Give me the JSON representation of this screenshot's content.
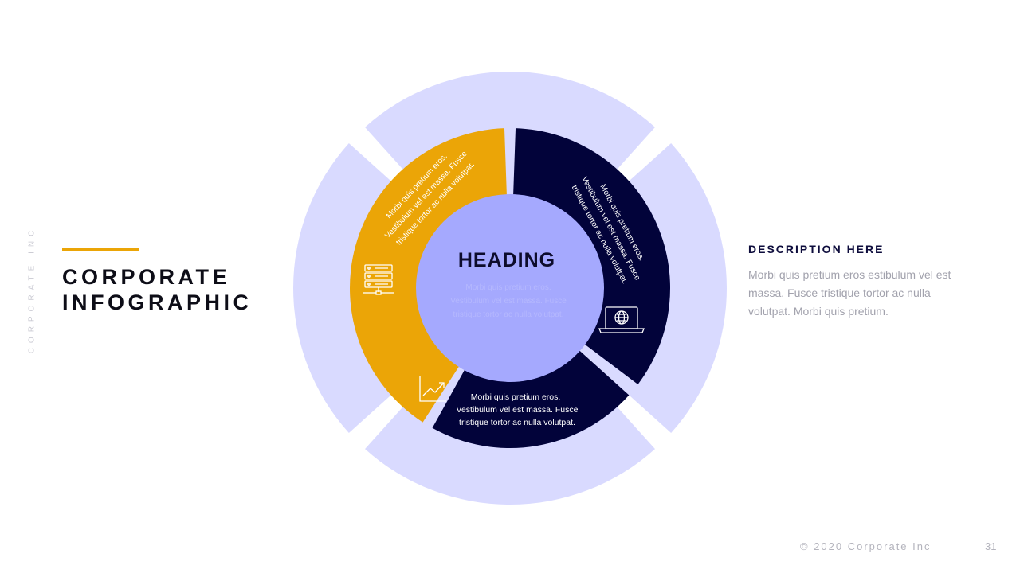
{
  "sidebar": {
    "vertical_text": "CORPORATE INC"
  },
  "title": {
    "line1": "CORPORATE",
    "line2": "INFOGRAPHIC"
  },
  "center": {
    "heading": "HEADING",
    "body_lines": [
      "Morbi quis pretium eros.",
      "Vestibulum vel est massa. Fusce",
      "tristique tortor ac nulla volutpat."
    ]
  },
  "segments": {
    "left": {
      "lines": [
        "Morbi quis pretium eros.",
        "Vestibulum vel est massa. Fusce",
        "tristique tortor ac nulla volutpat."
      ],
      "icon": "server-icon"
    },
    "right": {
      "lines": [
        "Morbi quis pretium eros.",
        "Vestibulum vel est massa. Fusce",
        "tristique tortor ac nulla volutpat."
      ],
      "icon": "laptop-globe-icon"
    },
    "bottom": {
      "lines": [
        "Morbi quis pretium eros.",
        "Vestibulum vel est massa. Fusce",
        "tristique tortor ac nulla volutpat."
      ],
      "icon": "growth-chart-icon"
    }
  },
  "description": {
    "heading": "DESCRIPTION HERE",
    "body": "Morbi quis pretium eros estibulum vel est massa. Fusce tristique tortor ac nulla volutpat. Morbi quis pretium."
  },
  "footer": {
    "copyright": "© 2020 Corporate Inc",
    "page_number": "31"
  },
  "colors": {
    "outer_ring": "#d9daff",
    "inner_circle": "#a5a9fe",
    "gold": "#eba507",
    "navy": "#02033a",
    "accent_line": "#eba507"
  }
}
